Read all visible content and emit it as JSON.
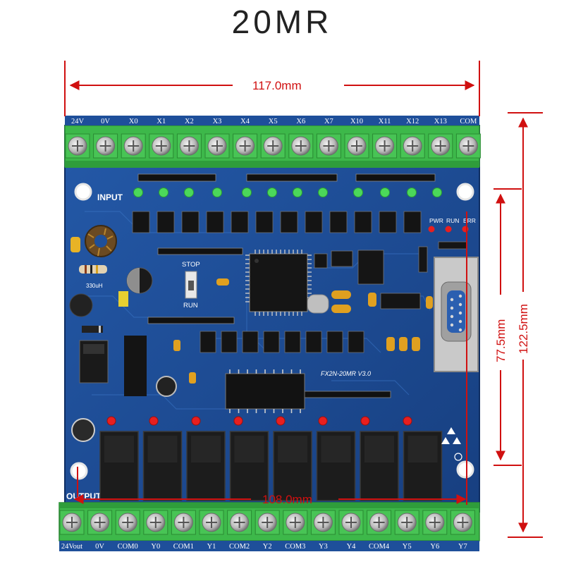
{
  "title": "20MR",
  "dimensions": {
    "width_top": "117.0mm",
    "width_bottom": "108.0mm",
    "height_inner": "77.5mm",
    "height_outer": "122.5mm"
  },
  "board": {
    "model_label": "FX2N-20MR V3.0",
    "input_label": "INPUT",
    "output_label": "OUTPUT",
    "switch_top_label": "STOP",
    "switch_bottom_label": "RUN",
    "status_leds": [
      "PWR",
      "RUN",
      "ERR"
    ],
    "inductor_label": "330uH"
  },
  "top_terminals": [
    "24V",
    "0V",
    "X0",
    "X1",
    "X2",
    "X3",
    "X4",
    "X5",
    "X6",
    "X7",
    "X10",
    "X11",
    "X12",
    "X13",
    "COM"
  ],
  "bottom_terminals": [
    "24Vout",
    "0V",
    "COM0",
    "Y0",
    "COM1",
    "Y1",
    "COM2",
    "Y2",
    "COM3",
    "Y3",
    "Y4",
    "COM4",
    "Y5",
    "Y6",
    "Y7"
  ],
  "colors": {
    "pcb": "#1e4f9a",
    "terminal": "#3db84a",
    "dimension": "#d01010",
    "relay": "#1c1c1c",
    "led_green": "#4bd85a",
    "led_red": "#e81f1f"
  }
}
